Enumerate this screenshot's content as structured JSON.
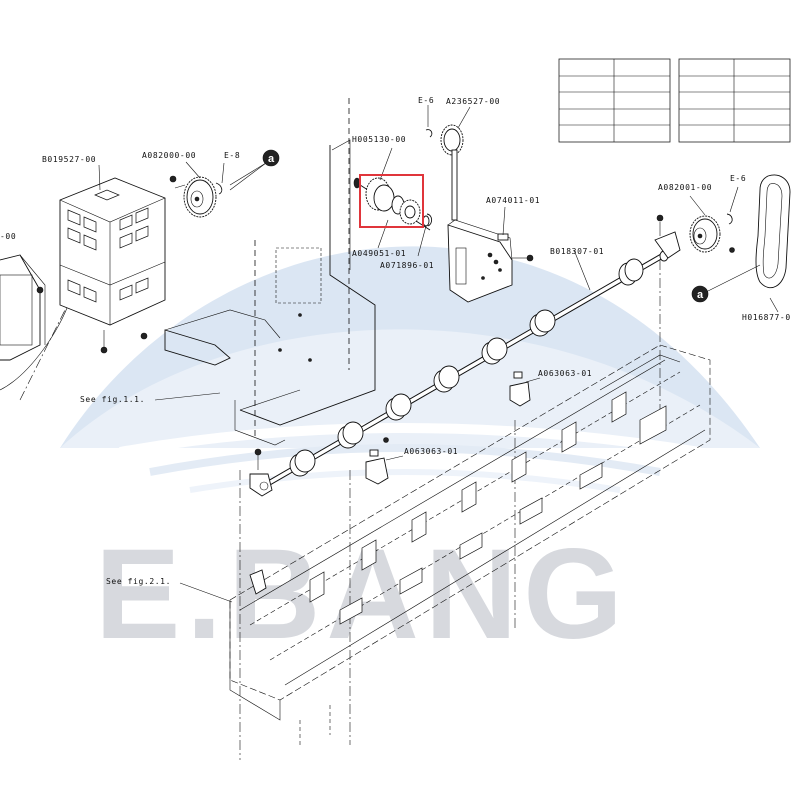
{
  "watermark": {
    "text": "E.BANG"
  },
  "labels": {
    "b019527": "B019527-00",
    "a082000": "A082000-00",
    "e8": "E-8",
    "h005130": "H005130-00",
    "e6_top": "E-6",
    "a236527": "A236527-00",
    "a074011": "A074011-01",
    "a049051": "A049051-01",
    "a071896": "A071896-01",
    "b018307": "B018307-01",
    "a082001": "A082001-00",
    "e6_right": "E-6",
    "h016877": "H016877-0",
    "left_cut": "-00",
    "a063063_a": "A063063-01",
    "a063063_b": "A063063-01",
    "see_fig_1_1": "See fig.1.1.",
    "see_fig_2_1": "See fig.2.1."
  },
  "callouts": {
    "a1": "a",
    "a2": "a"
  },
  "colors": {
    "highlight": "#e0353b",
    "watermark": "#d7d9de",
    "arc": "#dbe6f3"
  },
  "highlighted_part": "A049051-01"
}
